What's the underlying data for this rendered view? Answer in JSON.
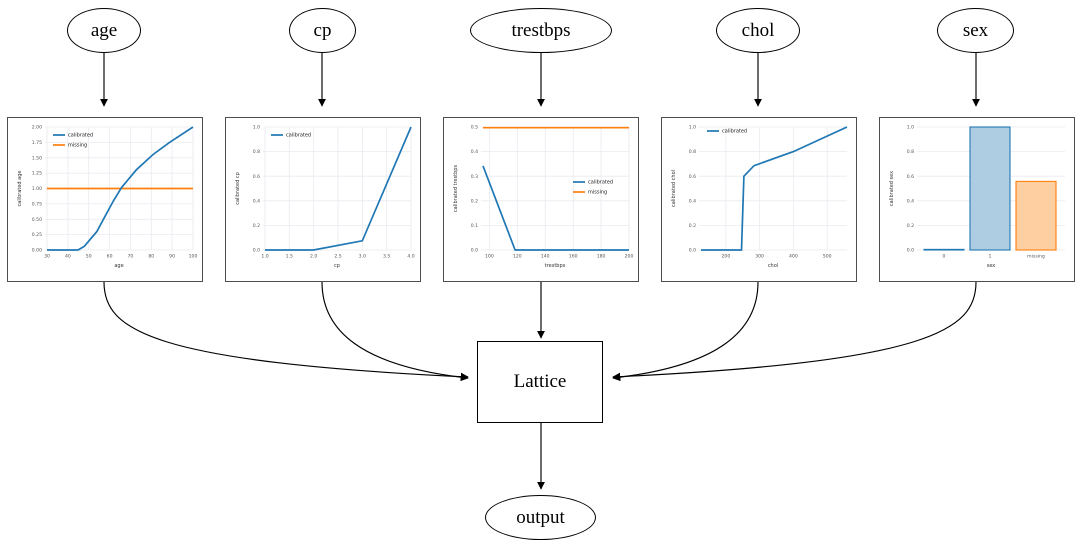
{
  "diagram": {
    "title": "calibrated-lattice-model",
    "inputs": [
      {
        "name": "age",
        "label": "age"
      },
      {
        "name": "cp",
        "label": "cp"
      },
      {
        "name": "trestbps",
        "label": "trestbps"
      },
      {
        "name": "chol",
        "label": "chol"
      },
      {
        "name": "sex",
        "label": "sex"
      }
    ],
    "lattice_label": "Lattice",
    "output_label": "output"
  },
  "colors": {
    "calibrated": "#1f77b4",
    "missing": "#ff7f0e",
    "bar_blue_face": "#aecde3",
    "bar_blue_edge": "#1f77b4",
    "bar_orange_face": "#fdcfa1",
    "bar_orange_edge": "#ff7f0e",
    "frame": "#4d4d4d",
    "grid": "#eaeaf0",
    "edge": "#000000"
  },
  "chart_data": [
    {
      "type": "line",
      "name": "age-calibrator",
      "title": "",
      "xlabel": "age",
      "ylabel": "calibrated age",
      "xlim": [
        29,
        100
      ],
      "ylim": [
        0.0,
        2.0
      ],
      "xticks": [
        30,
        40,
        50,
        60,
        70,
        80,
        90,
        100
      ],
      "yticks": [
        0.0,
        0.25,
        0.5,
        0.75,
        1.0,
        1.25,
        1.5,
        1.75,
        2.0
      ],
      "ytick_labels": [
        "0.00",
        "0.25",
        "0.50",
        "0.75",
        "1.00",
        "1.25",
        "1.50",
        "1.75",
        "2.00"
      ],
      "grid": true,
      "legend": [
        "calibrated",
        "missing"
      ],
      "legend_position": "upper left",
      "series": [
        {
          "name": "calibrated",
          "color": "#1f77b4",
          "x": [
            29,
            44,
            47,
            53,
            57,
            61,
            65,
            72,
            80,
            88,
            100
          ],
          "y": [
            0.0,
            0.0,
            0.06,
            0.3,
            0.55,
            0.8,
            1.02,
            1.3,
            1.55,
            1.75,
            2.0
          ]
        },
        {
          "name": "missing",
          "color": "#ff7f0e",
          "x": [
            29,
            100
          ],
          "y": [
            1.0,
            1.0
          ]
        }
      ]
    },
    {
      "type": "line",
      "name": "cp-calibrator",
      "title": "",
      "xlabel": "cp",
      "ylabel": "calibrated cp",
      "xlim": [
        1.0,
        4.0
      ],
      "ylim": [
        0.0,
        1.0
      ],
      "xticks": [
        1.0,
        1.5,
        2.0,
        2.5,
        3.0,
        3.5,
        4.0
      ],
      "xtick_labels": [
        "1.0",
        "1.5",
        "2.0",
        "2.5",
        "3.0",
        "3.5",
        "4.0"
      ],
      "yticks": [
        0.0,
        0.2,
        0.4,
        0.6,
        0.8,
        1.0
      ],
      "ytick_labels": [
        "0.0",
        "0.2",
        "0.4",
        "0.6",
        "0.8",
        "1.0"
      ],
      "grid": true,
      "legend": [
        "calibrated"
      ],
      "legend_position": "upper left",
      "series": [
        {
          "name": "calibrated",
          "color": "#1f77b4",
          "x": [
            1.0,
            2.0,
            3.0,
            4.0
          ],
          "y": [
            0.0,
            0.0,
            0.075,
            1.0
          ]
        }
      ]
    },
    {
      "type": "line",
      "name": "trestbps-calibrator",
      "title": "",
      "xlabel": "trestbps",
      "ylabel": "calibrated trestbps",
      "xlim": [
        94,
        200
      ],
      "ylim": [
        0.0,
        0.5
      ],
      "xticks": [
        100,
        120,
        140,
        160,
        180,
        200
      ],
      "yticks": [
        0.0,
        0.1,
        0.2,
        0.3,
        0.4,
        0.5
      ],
      "ytick_labels": [
        "0.0",
        "0.1",
        "0.2",
        "0.3",
        "0.4",
        "0.5"
      ],
      "grid": true,
      "legend": [
        "calibrated",
        "missing"
      ],
      "legend_position": "center right",
      "series": [
        {
          "name": "calibrated",
          "color": "#1f77b4",
          "x": [
            94,
            117,
            200
          ],
          "y": [
            0.342,
            0.0,
            0.0
          ]
        },
        {
          "name": "missing",
          "color": "#ff7f0e",
          "x": [
            94,
            200
          ],
          "y": [
            0.497,
            0.497
          ]
        }
      ]
    },
    {
      "type": "line",
      "name": "chol-calibrator",
      "title": "",
      "xlabel": "chol",
      "ylabel": "calibrated chol",
      "xlim": [
        126,
        564
      ],
      "ylim": [
        0.0,
        1.0
      ],
      "xticks": [
        200,
        300,
        400,
        500
      ],
      "yticks": [
        0.0,
        0.2,
        0.4,
        0.6,
        0.8,
        1.0
      ],
      "ytick_labels": [
        "0.0",
        "0.2",
        "0.4",
        "0.6",
        "0.8",
        "1.0"
      ],
      "grid": true,
      "legend": [
        "calibrated"
      ],
      "legend_position": "upper left",
      "series": [
        {
          "name": "calibrated",
          "color": "#1f77b4",
          "x": [
            126,
            246,
            253,
            283,
            400,
            564
          ],
          "y": [
            0.0,
            0.0,
            0.6,
            0.685,
            0.8,
            1.0
          ]
        }
      ]
    },
    {
      "type": "bar",
      "name": "sex-calibrator",
      "title": "",
      "xlabel": "sex",
      "ylabel": "calibrated sex",
      "ylim": [
        0.0,
        1.0
      ],
      "yticks": [
        0.0,
        0.2,
        0.4,
        0.6,
        0.8,
        1.0
      ],
      "ytick_labels": [
        "0.0",
        "0.2",
        "0.4",
        "0.6",
        "0.8",
        "1.0"
      ],
      "grid": true,
      "categories": [
        "0",
        "1",
        "missing"
      ],
      "values": [
        0.0,
        1.0,
        0.558
      ],
      "bar_colors": [
        "#aecde3",
        "#aecde3",
        "#fdcfa1"
      ],
      "bar_edge_colors": [
        "#1f77b4",
        "#1f77b4",
        "#ff7f0e"
      ]
    }
  ]
}
